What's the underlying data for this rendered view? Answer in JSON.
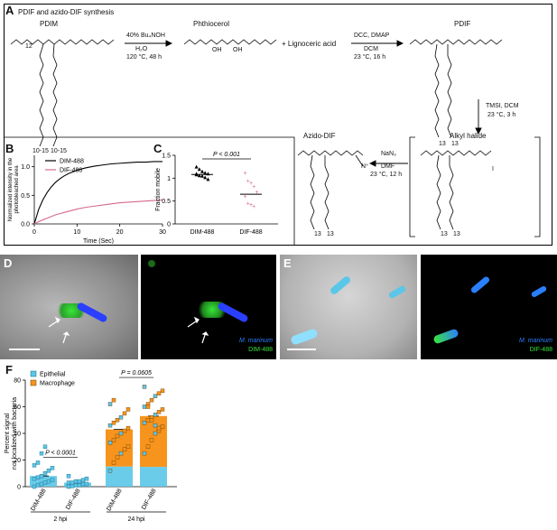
{
  "panel_A": {
    "letter": "A",
    "title": "PDIF and azido-DIF synthesis",
    "labels": {
      "pdim": "PDIM",
      "phthiocerol": "Phthiocerol",
      "plus_lignoceric": "+ Lignoceric acid",
      "pdif": "PDIF",
      "alkyl_halide": "Alkyl halide",
      "azido_dif": "Azido-DIF"
    },
    "arrows": {
      "step1_top": "40% Bu₄NOH",
      "step1_mid": "H₂O",
      "step1_bot": "120 °C, 48 h",
      "step2_top": "DCC, DMAP",
      "step2_mid": "DCM",
      "step2_bot": "23 °C, 16 h",
      "step3_top": "TMSI, DCM",
      "step3_bot": "23 °C, 3 h",
      "step4_top": "NaN₃",
      "step4_mid": "DMF",
      "step4_bot": "23 °C, 12 h"
    },
    "subscripts": {
      "n12": "12",
      "n10_15a": "10-15",
      "n10_15b": "10-15",
      "n13a": "13",
      "n13b": "13",
      "n13c": "13",
      "n13d": "13",
      "n13e": "13",
      "n13f": "13",
      "oh1": "OH",
      "oh2": "OH",
      "iodo": "I",
      "azide": "N⁺"
    }
  },
  "panel_B": {
    "letter": "B",
    "legend": [
      "DIM-488",
      "DIF-488"
    ]
  },
  "panel_C": {
    "letter": "C",
    "pvalue": "P < 0.001"
  },
  "panel_D": {
    "letter": "D",
    "legend_line1": "M. marinum",
    "legend_line2": "DIM-488"
  },
  "panel_E": {
    "letter": "E",
    "legend_line1": "M. marinum",
    "legend_line2": "DIF-488"
  },
  "panel_F": {
    "letter": "F",
    "legend": [
      "Epithelial",
      "Macrophage"
    ],
    "pvalues": [
      "P < 0.0001",
      "P = 0.0605"
    ],
    "group_labels": [
      "2 hpi",
      "24 hpi"
    ]
  },
  "colors": {
    "dim_line": "#000000",
    "dif_line": "#d46a8c",
    "epithelial": "#5bc6e8",
    "macrophage": "#f7941d",
    "mmarinum": "#2a7fff",
    "dye488": "#39e639"
  },
  "chart_data": [
    {
      "type": "line",
      "panel": "B",
      "title": "",
      "xlabel": "Time (Sec)",
      "ylabel": "Normalized intensity in the photobleached area",
      "xlim": [
        0,
        30
      ],
      "ylim": [
        0,
        1.2
      ],
      "xticks": [
        0,
        10,
        20,
        30
      ],
      "yticks": [
        0.0,
        0.5,
        1.0
      ],
      "x": [
        0,
        1,
        2,
        3,
        4,
        5,
        6,
        7,
        8,
        9,
        10,
        12,
        14,
        16,
        18,
        20,
        22,
        24,
        26,
        28,
        30
      ],
      "series": [
        {
          "name": "DIM-488",
          "values": [
            0.0,
            0.25,
            0.42,
            0.55,
            0.65,
            0.73,
            0.79,
            0.84,
            0.88,
            0.91,
            0.94,
            0.98,
            1.01,
            1.03,
            1.05,
            1.06,
            1.07,
            1.08,
            1.08,
            1.09,
            1.09
          ]
        },
        {
          "name": "DIF-488",
          "values": [
            0.0,
            0.04,
            0.07,
            0.1,
            0.13,
            0.16,
            0.18,
            0.2,
            0.22,
            0.24,
            0.26,
            0.29,
            0.31,
            0.33,
            0.35,
            0.37,
            0.38,
            0.39,
            0.4,
            0.41,
            0.42
          ]
        }
      ],
      "grid": false
    },
    {
      "type": "scatter",
      "panel": "C",
      "title": "",
      "xlabel": "",
      "ylabel": "Fraction mobile",
      "ylim": [
        0,
        1.5
      ],
      "yticks": [
        0,
        0.5,
        1.0,
        1.5
      ],
      "categories": [
        "DIM-488",
        "DIF-488"
      ],
      "series": [
        {
          "name": "DIM-488",
          "values": [
            1.25,
            1.2,
            1.15,
            1.12,
            1.1,
            1.08,
            1.06,
            1.05,
            1.02,
            0.98,
            1.1
          ],
          "median": 1.08
        },
        {
          "name": "DIF-488",
          "values": [
            1.12,
            0.95,
            0.9,
            0.82,
            0.7,
            0.6,
            0.45,
            0.42,
            0.38
          ],
          "median": 0.65
        }
      ],
      "annotation": "P < 0.001"
    },
    {
      "type": "bar",
      "panel": "F",
      "title": "",
      "xlabel": "",
      "ylabel": "Percent signal not localized with bacteria",
      "ylim": [
        0,
        80
      ],
      "yticks": [
        0,
        20,
        40,
        60,
        80
      ],
      "categories": [
        "DIM-488",
        "DIF-488",
        "DIM-488",
        "DIF-488"
      ],
      "groups": [
        "2 hpi",
        "2 hpi",
        "24 hpi",
        "24 hpi"
      ],
      "series": [
        {
          "name": "Epithelial",
          "values": [
            8,
            3,
            null,
            null
          ],
          "points": [
            [
              0,
              1,
              2,
              3,
              4,
              5,
              6,
              7,
              8,
              10,
              12,
              14,
              16,
              18,
              25,
              30
            ],
            [
              0,
              0.5,
              1,
              1,
              2,
              2,
              3,
              3,
              4,
              4,
              5,
              6,
              8
            ]
          ]
        },
        {
          "name": "Macrophage",
          "values": [
            null,
            null,
            43,
            53
          ],
          "points": [
            [
              12,
              18,
              22,
              25,
              28,
              30,
              33,
              35,
              38,
              40,
              42,
              44,
              46,
              48,
              50,
              52,
              55,
              58,
              62,
              65
            ],
            [
              25,
              30,
              35,
              40,
              42,
              45,
              48,
              50,
              52,
              54,
              56,
              58,
              60,
              62,
              65,
              68,
              70,
              72,
              75,
              60,
              50,
              46,
              44
            ]
          ]
        }
      ],
      "epithelial_fraction_of_bar": [
        1.0,
        1.0,
        0.35,
        0.28
      ],
      "annotations": [
        "P < 0.0001",
        "P = 0.0605"
      ]
    }
  ]
}
